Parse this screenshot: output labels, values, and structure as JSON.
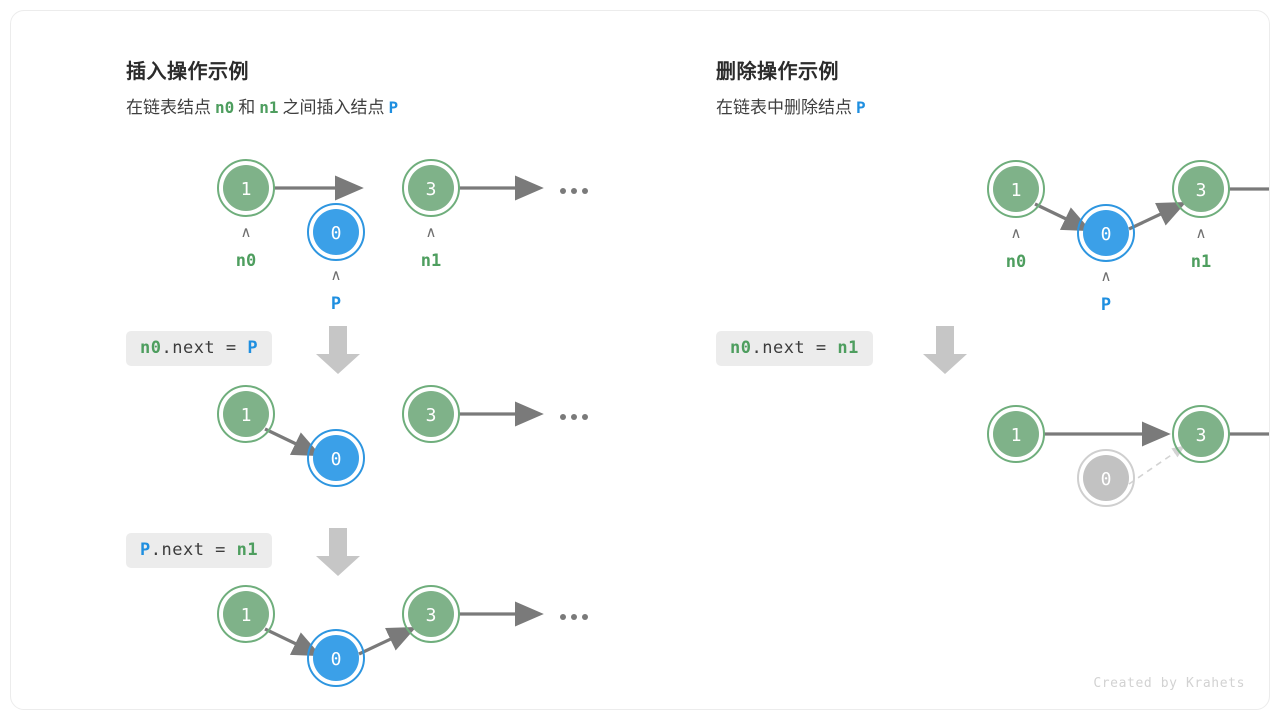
{
  "theme": {
    "node_green_fill": "#7FB289",
    "node_green_ring": "#6FAE7C",
    "node_blue_fill": "#3BA0E8",
    "node_blue_ring": "#2E96E0",
    "node_gray_fill": "#C2C2C2",
    "node_gray_ring": "#CFCFCF",
    "arrow_gray": "#7A7A7A",
    "arrow_dashed": "#D0D0D0",
    "big_arrow_gray": "#C6C6C6",
    "code_bg": "#ececec",
    "label_green": "#4e9e5f",
    "label_blue": "#1f8fe0",
    "card_border": "#ececec"
  },
  "credit": "Created by Krahets",
  "panels": [
    {
      "id": "insert",
      "title": "插入操作示例",
      "subtitle": {
        "parts": [
          {
            "text": "在链表结点",
            "kind": "text"
          },
          {
            "text": "n0",
            "kind": "green"
          },
          {
            "text": "和",
            "kind": "text"
          },
          {
            "text": "n1",
            "kind": "green"
          },
          {
            "text": "之间插入结点",
            "kind": "text"
          },
          {
            "text": "P",
            "kind": "blue"
          }
        ]
      },
      "steps": [
        {
          "code": null,
          "nodes": [
            {
              "value": "1",
              "color": "green",
              "label": "n0",
              "label_color": "green",
              "caret": true
            },
            {
              "value": "0",
              "color": "blue",
              "label": "P",
              "label_color": "blue",
              "caret": true
            },
            {
              "value": "3",
              "color": "green",
              "label": "n1",
              "label_color": "green",
              "caret": true
            }
          ],
          "ellipsis": true
        },
        {
          "code": {
            "lhs": "n0",
            "lhs_color": "green",
            "mid": ".next = ",
            "rhs": "P",
            "rhs_color": "blue"
          },
          "nodes": [
            {
              "value": "1",
              "color": "green"
            },
            {
              "value": "0",
              "color": "blue"
            },
            {
              "value": "3",
              "color": "green"
            }
          ],
          "ellipsis": true
        },
        {
          "code": {
            "lhs": "P",
            "lhs_color": "blue",
            "mid": ".next = ",
            "rhs": "n1",
            "rhs_color": "green"
          },
          "nodes": [
            {
              "value": "1",
              "color": "green"
            },
            {
              "value": "0",
              "color": "blue"
            },
            {
              "value": "3",
              "color": "green"
            }
          ],
          "ellipsis": true
        }
      ]
    },
    {
      "id": "delete",
      "title": "删除操作示例",
      "subtitle": {
        "parts": [
          {
            "text": "在链表中删除结点",
            "kind": "text"
          },
          {
            "text": "P",
            "kind": "blue"
          }
        ]
      },
      "steps": [
        {
          "code": null,
          "nodes": [
            {
              "value": "1",
              "color": "green",
              "label": "n0",
              "label_color": "green",
              "caret": true
            },
            {
              "value": "0",
              "color": "blue",
              "label": "P",
              "label_color": "blue",
              "caret": true
            },
            {
              "value": "3",
              "color": "green",
              "label": "n1",
              "label_color": "green",
              "caret": true
            }
          ],
          "ellipsis": true
        },
        {
          "code": {
            "lhs": "n0",
            "lhs_color": "green",
            "mid": ".next = ",
            "rhs": "n1",
            "rhs_color": "green"
          },
          "nodes": [
            {
              "value": "1",
              "color": "green"
            },
            {
              "value": "0",
              "color": "gray"
            },
            {
              "value": "3",
              "color": "green"
            }
          ],
          "ellipsis": true
        }
      ]
    }
  ]
}
